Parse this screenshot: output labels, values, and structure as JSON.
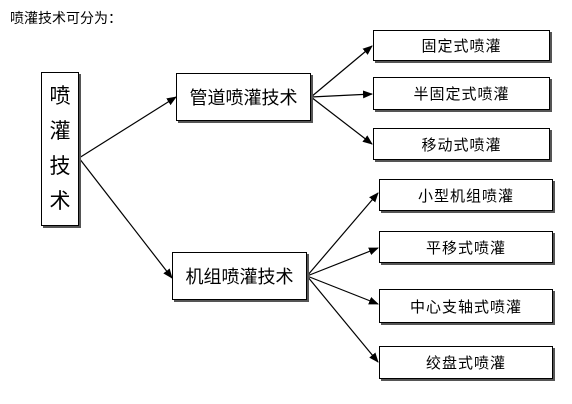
{
  "intro_text": "喷灌技术可分为：",
  "root": {
    "label_chars": [
      "喷",
      "灌",
      "技",
      "术"
    ]
  },
  "categories": [
    {
      "label": "管道喷灌技术",
      "children": [
        "固定式喷灌",
        "半固定式喷灌",
        "移动式喷灌"
      ]
    },
    {
      "label": "机组喷灌技术",
      "children": [
        "小型机组喷灌",
        "平移式喷灌",
        "中心支轴式喷灌",
        "绞盘式喷灌"
      ]
    }
  ]
}
